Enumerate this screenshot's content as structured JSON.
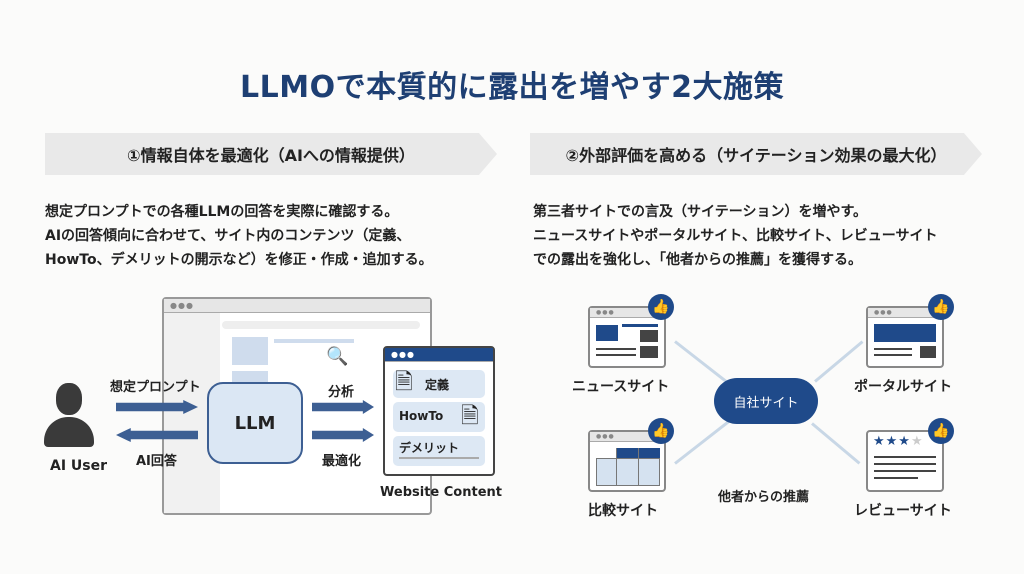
{
  "title": "LLMOで本質的に露出を増やす2大施策",
  "left": {
    "heading": "①情報自体を最適化（AIへの情報提供）",
    "lines": [
      "想定プロンプトでの各種LLMの回答を実際に確認する。",
      "AIの回答傾向に合わせて、サイト内のコンテンツ（定義、",
      "HowTo、デメリットの開示など）を修正・作成・追加する。"
    ],
    "diagram": {
      "user": "AI User",
      "prompt": "想定プロンプト",
      "answer": "AI回答",
      "llm": "LLM",
      "analyze": "分析",
      "optimize": "最適化",
      "content_title": "Website Content",
      "items": [
        "定義",
        "HowTo",
        "デメリット"
      ]
    }
  },
  "right": {
    "heading": "②外部評価を高める（サイテーション効果の最大化）",
    "lines": [
      "第三者サイトでの言及（サイテーション）を増やす。",
      "ニュースサイトやポータルサイト、比較サイト、レビューサイト",
      "での露出を強化し、「他者からの推薦」を獲得する。"
    ],
    "diagram": {
      "center": "自社サイト",
      "news": "ニュースサイト",
      "portal": "ポータルサイト",
      "compare": "比較サイト",
      "review": "レビューサイト",
      "caption": "他者からの推薦",
      "review_stars": 3,
      "review_stars_max": 4
    }
  },
  "colors": {
    "navy": "#1f4a8a",
    "title": "#1e3f73"
  }
}
